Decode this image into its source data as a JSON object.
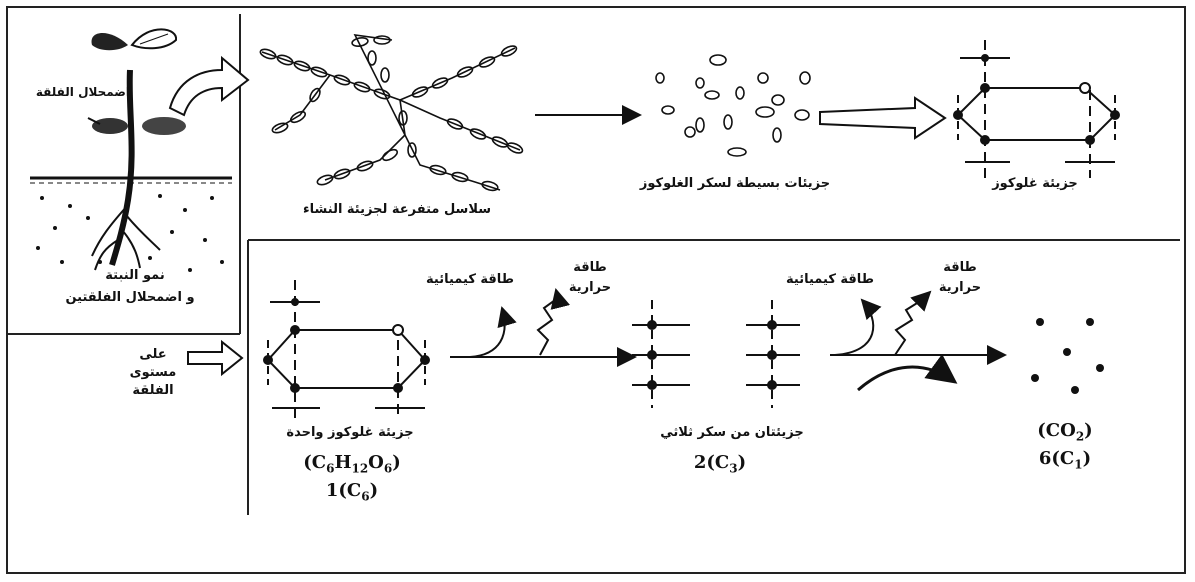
{
  "labels": {
    "leaf_wilting": "اضمحلال الفلقة",
    "growth": "نمو النبتة",
    "growth_wilting": "و اضمحلال الفلقتين",
    "leaf_level": "على مستوى الفلقة",
    "starch": "سلاسل متفرعة لجزيئة النشاء",
    "simple_glucose": "جزيئات بسيطة لسكر الغلوكوز",
    "glucose_molecule": "جزيئة غلوكوز",
    "one_glucose": "جزيئة غلوكوز واحدة",
    "chem_energy_1": "طاقة كيميائية",
    "heat_energy_1": "طاقة حرارية",
    "two_triose": "جزيئتان من سكر ثلاثي",
    "chem_energy_2": "طاقة كيميائية",
    "heat_energy_2": "طاقة حرارية"
  },
  "formulas": {
    "glucose": {
      "open": "(C",
      "c": "6",
      "h": "H",
      "hn": "12",
      "o": "O",
      "on": "6",
      "close": ")"
    },
    "glucose_c": {
      "coef": "1",
      "open": "(C",
      "n": "6",
      "close": ")"
    },
    "triose": {
      "coef": "2",
      "open": "(C",
      "n": "3",
      "close": ")"
    },
    "co2": {
      "open": "(CO",
      "n": "2",
      "close": ")"
    },
    "c1": {
      "coef": "6",
      "open": "(C",
      "n": "1",
      "close": ")"
    }
  }
}
